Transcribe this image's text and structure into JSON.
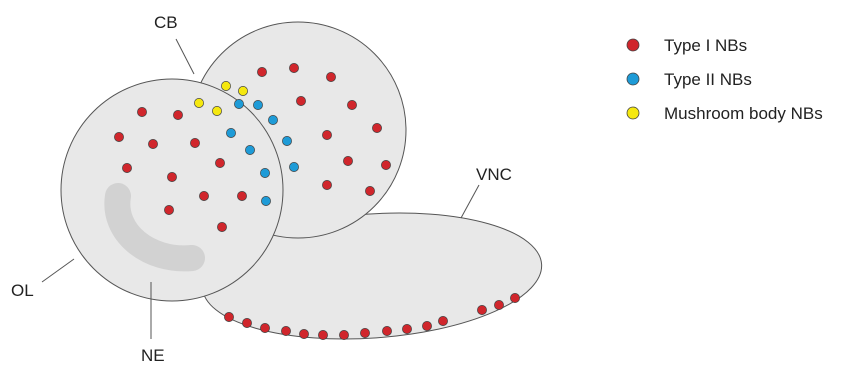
{
  "labels": {
    "cb": "CB",
    "vnc": "VNC",
    "ol": "OL",
    "ne": "NE"
  },
  "legend": [
    {
      "label": "Type I NBs",
      "color": "#d0262c"
    },
    {
      "label": "Type II NBs",
      "color": "#1e9bd7"
    },
    {
      "label": "Mushroom body NBs",
      "color": "#f5e80f"
    }
  ],
  "colors": {
    "tissue_fill": "#e8e8e8",
    "outline": "#555555",
    "neuroepithelium": "#d2d2d2"
  }
}
